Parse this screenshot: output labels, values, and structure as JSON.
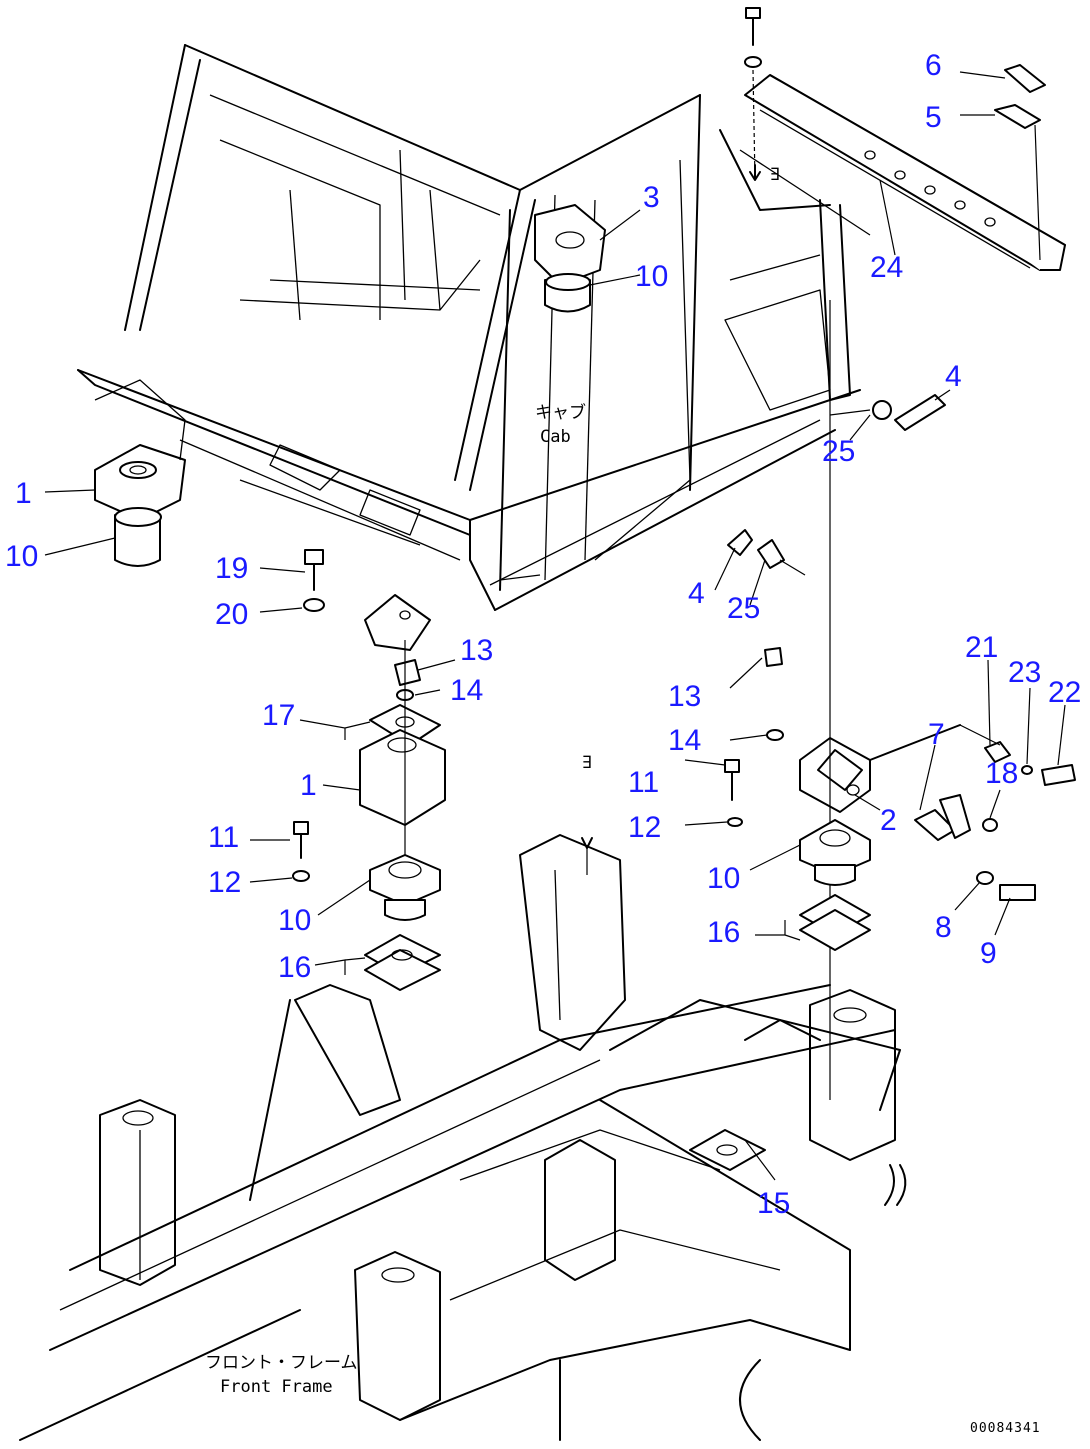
{
  "labels": {
    "cab_jp": "キャブ",
    "cab_en": "Cab",
    "front_frame_jp": "フロント・フレーム",
    "front_frame_en": "Front Frame",
    "drawing_code": "00084341",
    "ref_mark_a": "∃",
    "ref_mark_b": "∃"
  },
  "callouts": [
    "1",
    "10",
    "19",
    "20",
    "13",
    "14",
    "17",
    "1",
    "11",
    "12",
    "10",
    "16",
    "3",
    "10",
    "6",
    "5",
    "24",
    "4",
    "25",
    "4",
    "25",
    "13",
    "14",
    "11",
    "12",
    "2",
    "10",
    "16",
    "21",
    "23",
    "22",
    "7",
    "18",
    "8",
    "9",
    "15"
  ],
  "colors": {
    "callout": "#1a1aff",
    "line": "#000000",
    "background": "#ffffff"
  }
}
